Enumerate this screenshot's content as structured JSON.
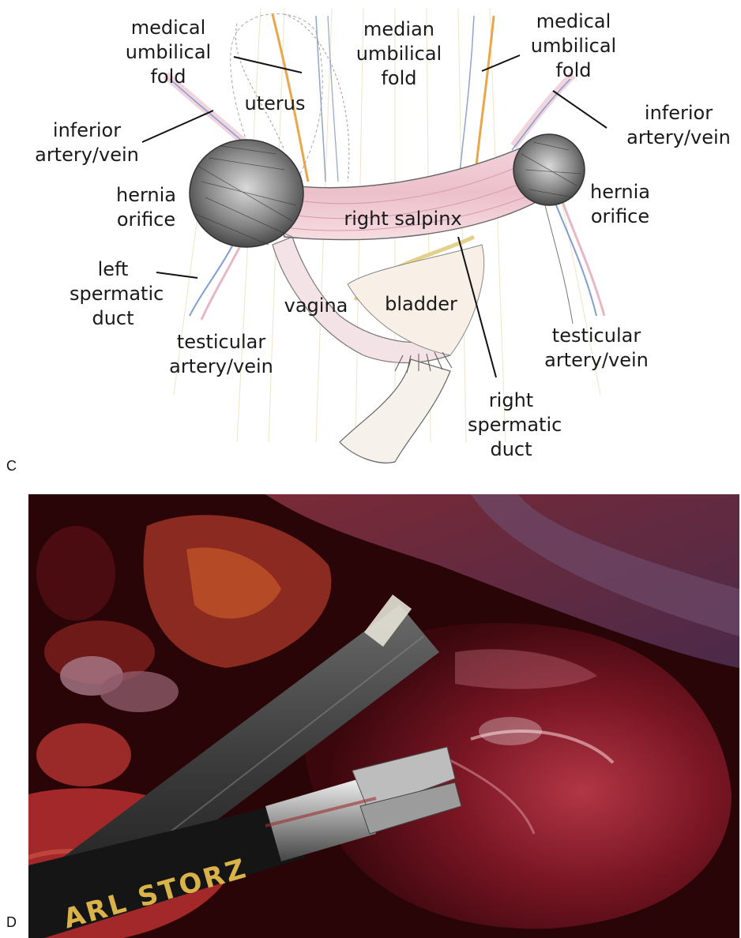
{
  "panel_c": {
    "letter": "C",
    "labels": {
      "medical_umbilical_fold_left": "medical\numbilical\nfold",
      "median_umbilical_fold": "median\numbilical\nfold",
      "medical_umbilical_fold_right": "medical\numbilical\nfold",
      "uterus": "uterus",
      "inferior_artery_vein_left": "inferior\nartery/vein",
      "inferior_artery_vein_right": "inferior\nartery/vein",
      "hernia_orifice_left": "hernia\norifice",
      "hernia_orifice_right": "hernia\norifice",
      "right_salpinx": "right salpinx",
      "left_spermatic_duct": "left\nspermatic\nduct",
      "vagina": "vagina",
      "bladder": "bladder",
      "testicular_artery_vein_left": "testicular\nartery/vein",
      "testicular_artery_vein_right": "testicular\nartery/vein",
      "right_spermatic_duct": "right\nspermatic\nduct"
    }
  },
  "panel_d": {
    "letter": "D",
    "instrument_brand": "ARL STORZ"
  },
  "colors": {
    "sketch_pencil": "#555555",
    "salpinx_pink": "#efc5cf",
    "vein_blue": "#7f9fd0",
    "fold_orange": "#e9a64a",
    "tissue_dark": "#5a0f18",
    "tissue_red": "#8b1e2a",
    "instrument_gold": "#d9b24a"
  }
}
